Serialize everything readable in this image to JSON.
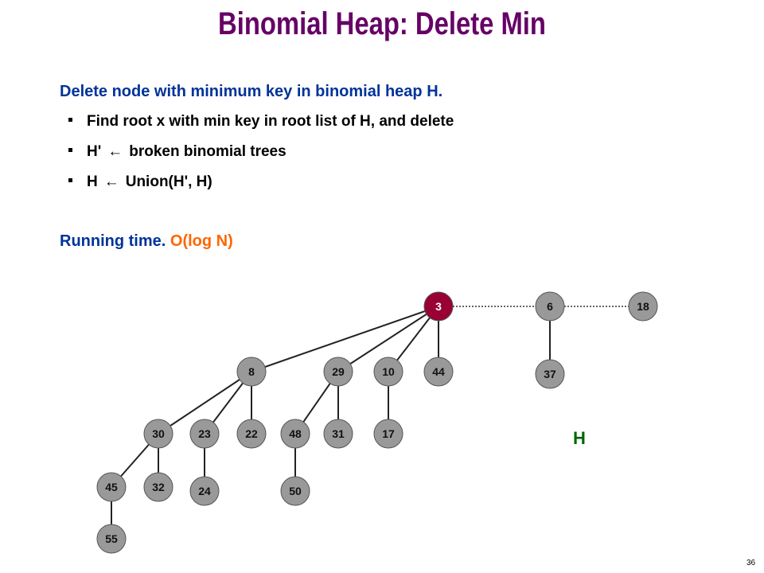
{
  "slide": {
    "title": "Binomial Heap:  Delete Min",
    "intro": "Delete node with minimum key in binomial heap H.",
    "bullets": [
      {
        "pre": "Find root x with min key in root list of H, and delete",
        "arrow": "",
        "post": ""
      },
      {
        "pre": "H'",
        "arrow": "←",
        "post": "broken binomial trees"
      },
      {
        "pre": "H",
        "arrow": "←",
        "post": "Union(H', H)"
      }
    ],
    "running_label": "Running time.",
    "running_value": "O(log N)",
    "heap_label": "H",
    "page_number": "36"
  },
  "colors": {
    "title": "#660066",
    "text_blue": "#003399",
    "accent_orange": "#ff6600",
    "heap_label": "#006600",
    "node_fill": "#999999",
    "highlight_fill": "#990033"
  },
  "heap": {
    "nodes": [
      {
        "id": "n3",
        "key": "3",
        "highlight": true
      },
      {
        "id": "n6",
        "key": "6"
      },
      {
        "id": "n18",
        "key": "18"
      },
      {
        "id": "n37",
        "key": "37"
      },
      {
        "id": "n8",
        "key": "8"
      },
      {
        "id": "n29",
        "key": "29"
      },
      {
        "id": "n10",
        "key": "10"
      },
      {
        "id": "n44",
        "key": "44"
      },
      {
        "id": "n30",
        "key": "30"
      },
      {
        "id": "n23",
        "key": "23"
      },
      {
        "id": "n22",
        "key": "22"
      },
      {
        "id": "n48",
        "key": "48"
      },
      {
        "id": "n31",
        "key": "31"
      },
      {
        "id": "n17",
        "key": "17"
      },
      {
        "id": "n45",
        "key": "45"
      },
      {
        "id": "n32",
        "key": "32"
      },
      {
        "id": "n24",
        "key": "24"
      },
      {
        "id": "n50",
        "key": "50"
      },
      {
        "id": "n55",
        "key": "55"
      }
    ],
    "root_list": [
      "n3",
      "n6",
      "n18"
    ],
    "edges": [
      [
        "n3",
        "n8"
      ],
      [
        "n3",
        "n29"
      ],
      [
        "n3",
        "n10"
      ],
      [
        "n3",
        "n44"
      ],
      [
        "n6",
        "n37"
      ],
      [
        "n8",
        "n30"
      ],
      [
        "n8",
        "n23"
      ],
      [
        "n8",
        "n22"
      ],
      [
        "n29",
        "n48"
      ],
      [
        "n29",
        "n31"
      ],
      [
        "n10",
        "n17"
      ],
      [
        "n30",
        "n45"
      ],
      [
        "n30",
        "n32"
      ],
      [
        "n23",
        "n24"
      ],
      [
        "n48",
        "n50"
      ],
      [
        "n45",
        "n55"
      ]
    ]
  }
}
